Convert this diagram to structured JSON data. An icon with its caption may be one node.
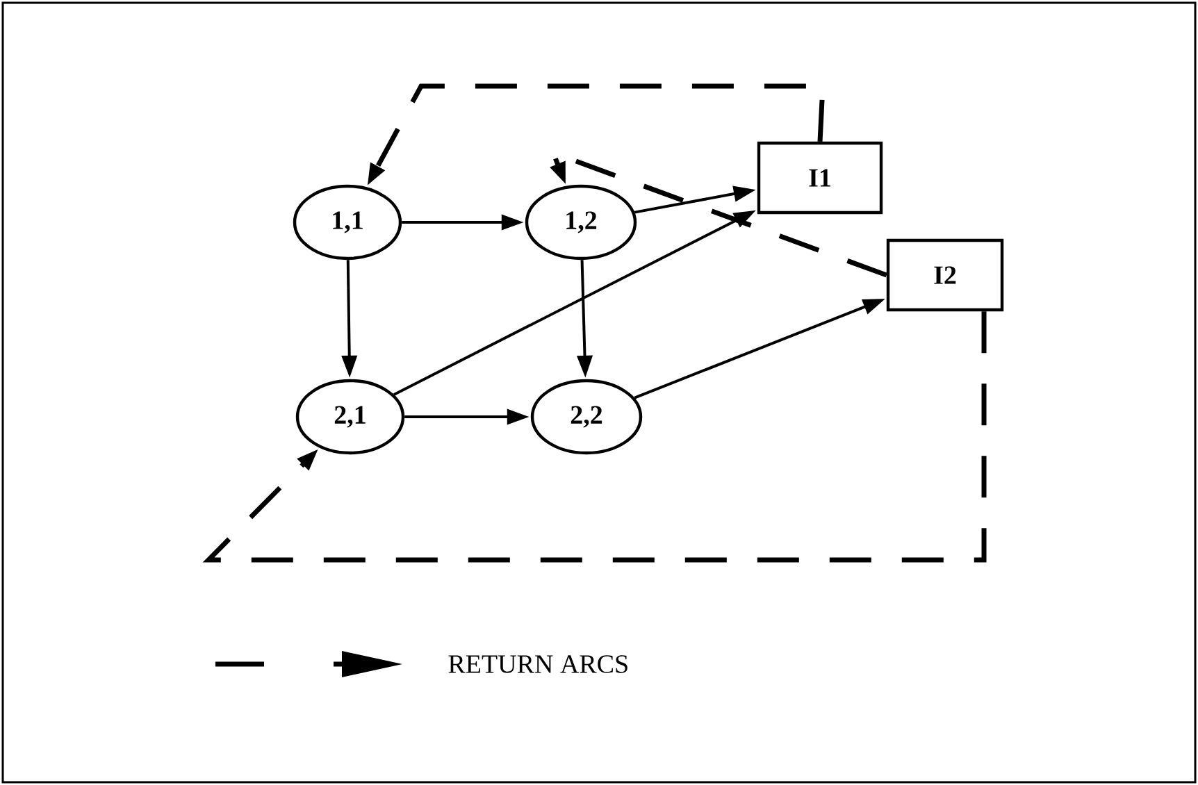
{
  "diagram": {
    "nodes": [
      {
        "text": [
          "1,1"
        ]
      },
      {
        "text": [
          "1,2"
        ]
      },
      {
        "text": [
          "2,1"
        ]
      },
      {
        "text": [
          "2,2"
        ]
      },
      {
        "text": [
          "I1"
        ]
      },
      {
        "text": [
          "I2"
        ]
      }
    ],
    "edges": [
      {
        "from": 0,
        "to": 1,
        "arrow": "to"
      },
      {
        "from": 0,
        "to": 2,
        "arrow": "to"
      },
      {
        "from": 1,
        "to": 3,
        "arrow": "to"
      },
      {
        "from": 2,
        "to": 3,
        "arrow": "to"
      },
      {
        "from": 1,
        "to": 4,
        "arrow": "to"
      },
      {
        "from": 2,
        "to": 4,
        "arrow": "to"
      },
      {
        "from": 3,
        "to": 5,
        "arrow": "to"
      },
      {
        "from": 4,
        "to": 0,
        "arrow": "to",
        "style": "dashed"
      },
      {
        "from": 5,
        "to": 1,
        "arrow": "to",
        "style": "dashed"
      },
      {
        "from": 5,
        "to": 2,
        "arrow": "to",
        "style": "dashed"
      }
    ],
    "legend": [
      {
        "text": "RETURN ARCS"
      }
    ]
  }
}
